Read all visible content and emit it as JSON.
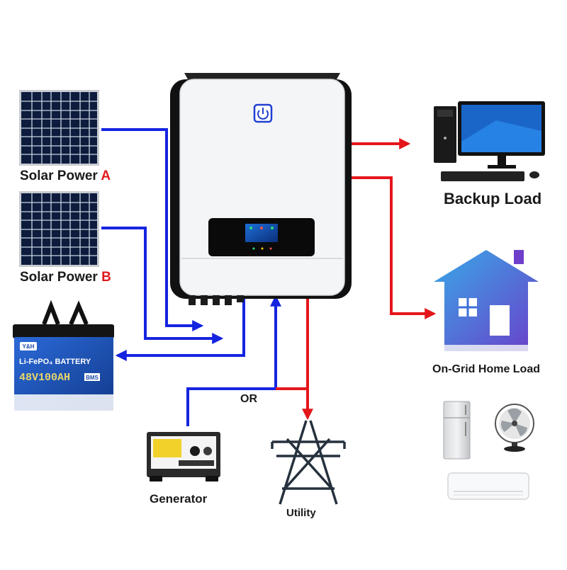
{
  "labels": {
    "solar_a_prefix": "Solar Power ",
    "solar_a_letter": "A",
    "solar_b_prefix": "Solar Power ",
    "solar_b_letter": "B",
    "backup_load": "Backup Load",
    "home_load": "On-Grid Home Load",
    "or_text": "OR",
    "generator": "Generator",
    "utility": "Utility"
  },
  "battery": {
    "brand": "Y&H",
    "type": "Li-FePO₄ BATTERY",
    "rating": "48V100AH",
    "badge": "BMS"
  },
  "colors": {
    "dc_line": "#1524e0",
    "ac_line": "#e5161b",
    "accent_text": "#e0191d",
    "inverter_body": "#f4f5f7",
    "house": "#3c6fd8",
    "battery_blue": "#1d4ba8"
  },
  "icons": [
    "power-button-icon",
    "solar-panel-icon",
    "battery-icon",
    "generator-icon",
    "utility-tower-icon",
    "desktop-computer-icon",
    "house-icon",
    "refrigerator-icon",
    "fan-icon",
    "air-conditioner-icon"
  ]
}
